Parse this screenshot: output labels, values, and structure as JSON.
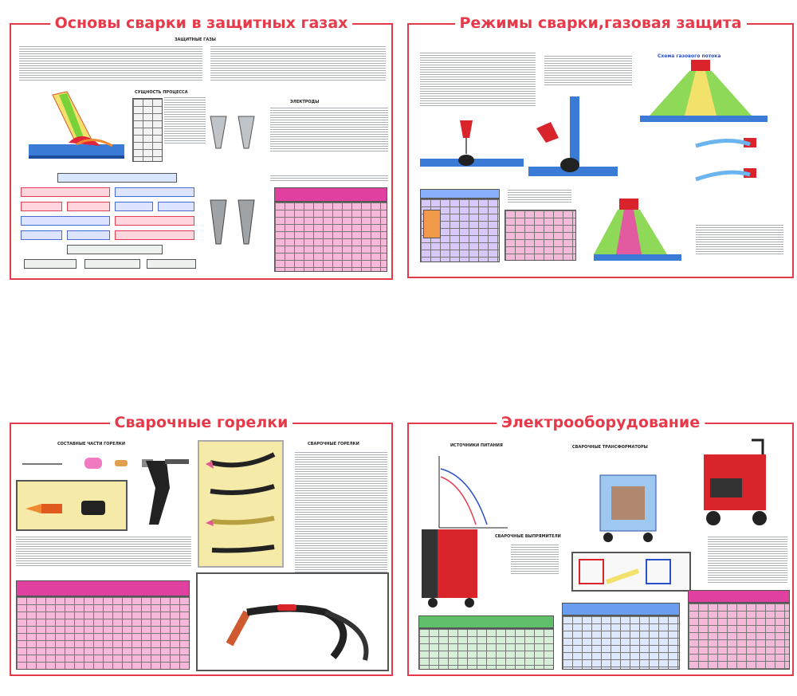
{
  "posters": {
    "p1": {
      "title": "Основы сварки в защитных газах",
      "section_gases": "ЗАЩИТНЫЕ ГАЗЫ",
      "section_essence": "СУЩНОСТЬ ПРОЦЕССА",
      "section_electrodes": "ЭЛЕКТРОДЫ"
    },
    "p2": {
      "title": "Режимы сварки,газовая защита",
      "scheme_gas_flow": "Схема газового потока"
    },
    "p3": {
      "title": "Сварочные горелки",
      "section_parts": "СОСТАВНЫЕ ЧАСТИ ГОРЕЛКИ",
      "section_torches": "СВАРОЧНЫЕ ГОРЕЛКИ"
    },
    "p4": {
      "title": "Электрооборудование",
      "section_sources": "ИСТОЧНИКИ ПИТАНИЯ",
      "section_transformers": "СВАРОЧНЫЕ ТРАНСФОРМАТОРЫ",
      "section_rectifiers": "СВАРОЧНЫЕ ВЫПРЯМИТЕЛИ"
    }
  },
  "colors": {
    "frame_red": "#e63a4a",
    "table_magenta": "#e040a0",
    "table_pink": "#f5b8d8",
    "box_blue": "#4a6ad8",
    "box_red": "#e04050",
    "steel_blue": "#3a7bd5",
    "machine_red": "#d8242a",
    "flame_green": "#7ad23a",
    "panel_yellow": "#f6eaa8",
    "table_green": "#5fbf6a"
  }
}
